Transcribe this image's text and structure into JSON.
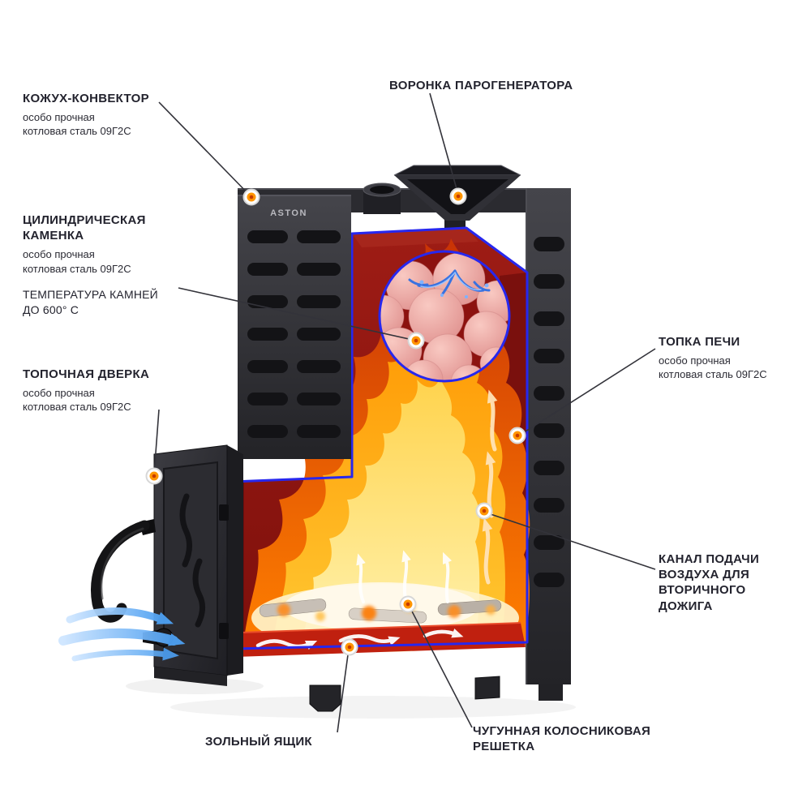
{
  "brand": "ASTON",
  "colors": {
    "accent_blue": "#2727ee",
    "marker_orange": "#ff9500",
    "marker_core": "#c63a00",
    "label_text": "#23232e",
    "interior_red": "#931713",
    "flame_orange": "#ff8c00",
    "flame_yellow": "#ffd34d",
    "steel_dark": "#2b2b30",
    "air_blue": "#4da0f2"
  },
  "callouts": {
    "kozhuh": {
      "title": "КОЖУХ-КОНВЕКТОР",
      "subtitle": "особо прочная\nкотловая сталь 09Г2С"
    },
    "voronka": {
      "title": "ВОРОНКА ПАРОГЕНЕРАТОРА"
    },
    "kamenka": {
      "title": "ЦИЛИНДРИЧЕСКАЯ\nКАМЕНКА",
      "subtitle": "особо прочная\nкотловая сталь 09Г2С",
      "note": "ТЕМПЕРАТУРА КАМНЕЙ\nДО 600° С"
    },
    "dverka": {
      "title": "ТОПОЧНАЯ ДВЕРКА",
      "subtitle": "особо прочная\nкотловая сталь 09Г2С"
    },
    "topka": {
      "title": "ТОПКА ПЕЧИ",
      "subtitle": "особо прочная\nкотловая сталь 09Г2С"
    },
    "kanal": {
      "title": "КАНАЛ ПОДАЧИ\nВОЗДУХА ДЛЯ\nВТОРИЧНОГО\nДОЖИГА"
    },
    "zolnik": {
      "title": "ЗОЛЬНЫЙ ЯЩИК"
    },
    "reshetka": {
      "title": "ЧУГУННАЯ КОЛОСНИКОВАЯ\nРЕШЕТКА"
    }
  }
}
